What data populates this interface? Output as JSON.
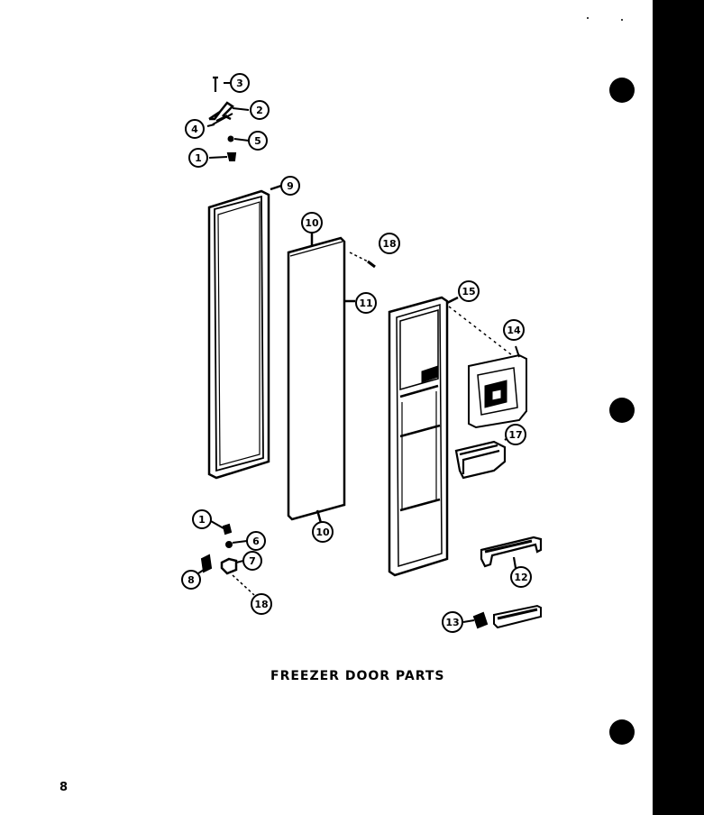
{
  "caption": "FREEZER DOOR PARTS",
  "page_number": "8",
  "callouts": [
    {
      "id": "c3a",
      "label": "3"
    },
    {
      "id": "c2a",
      "label": "2"
    },
    {
      "id": "c4a",
      "label": "4"
    },
    {
      "id": "c5a",
      "label": "5"
    },
    {
      "id": "c1a",
      "label": "1"
    },
    {
      "id": "c9",
      "label": "9"
    },
    {
      "id": "c10a",
      "label": "10"
    },
    {
      "id": "c18a",
      "label": "18"
    },
    {
      "id": "c11",
      "label": "11"
    },
    {
      "id": "c15",
      "label": "15"
    },
    {
      "id": "c14",
      "label": "14"
    },
    {
      "id": "c17",
      "label": "17"
    },
    {
      "id": "c1b",
      "label": "1"
    },
    {
      "id": "c6",
      "label": "6"
    },
    {
      "id": "c7",
      "label": "7"
    },
    {
      "id": "c8",
      "label": "8"
    },
    {
      "id": "c18b",
      "label": "18"
    },
    {
      "id": "c10b",
      "label": "10"
    },
    {
      "id": "c12",
      "label": "12"
    },
    {
      "id": "c13",
      "label": "13"
    }
  ]
}
